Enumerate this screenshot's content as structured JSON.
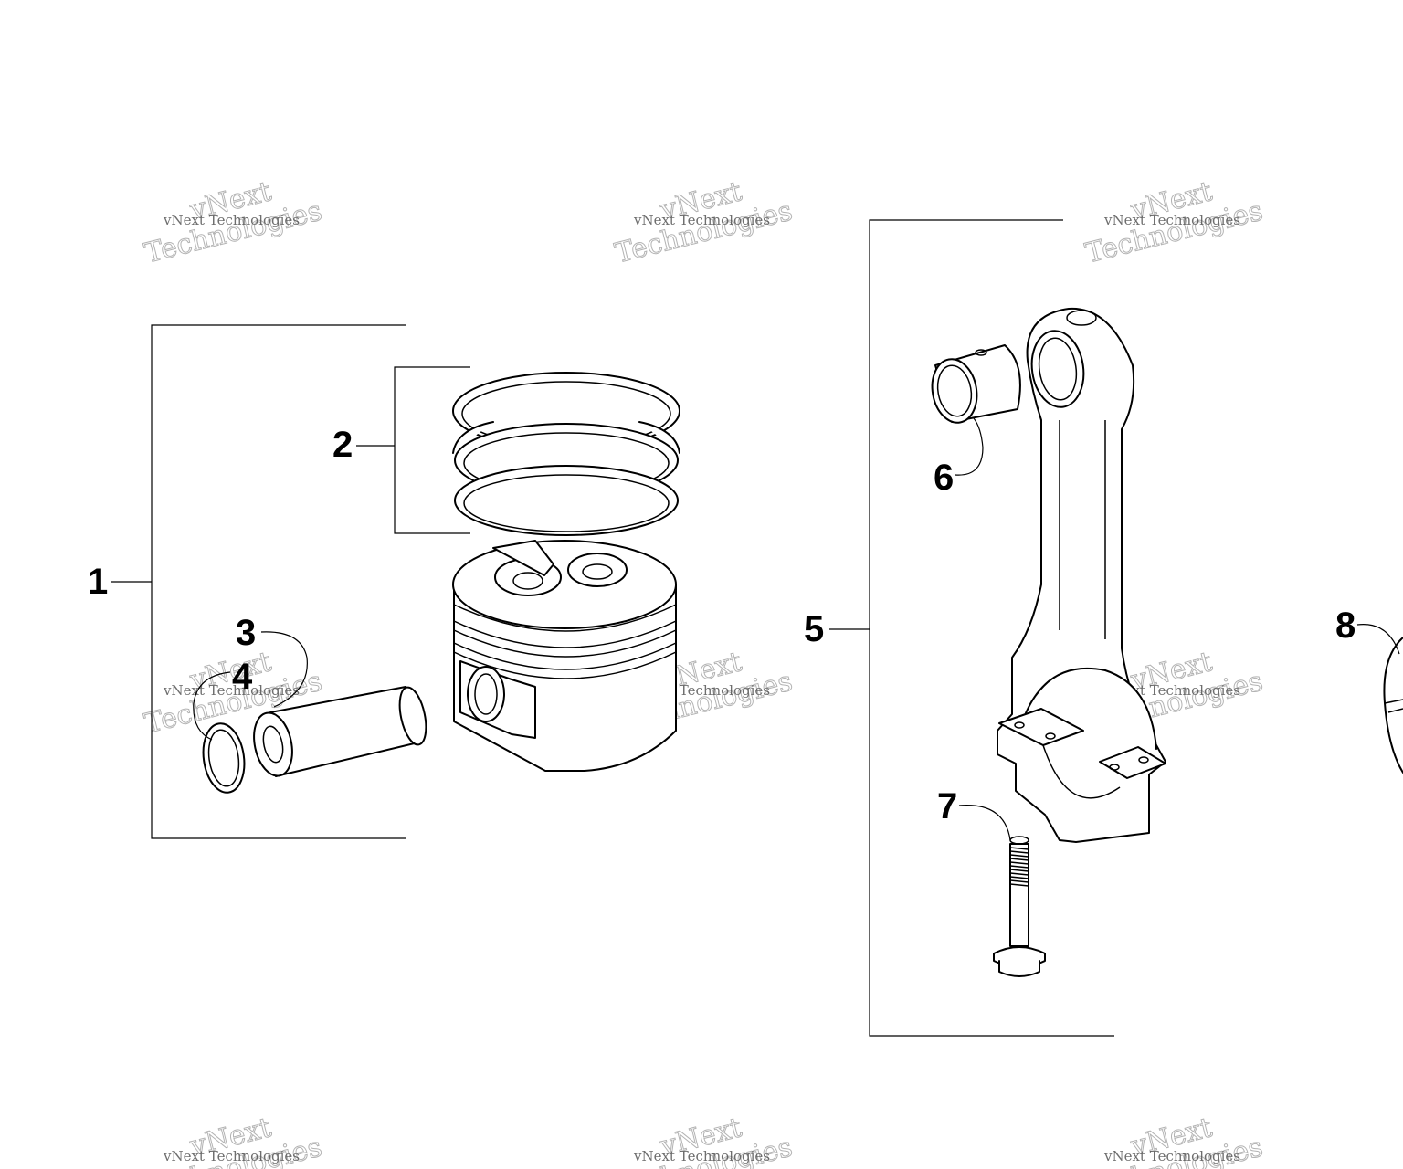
{
  "callouts": [
    {
      "id": "1",
      "label": "1"
    },
    {
      "id": "2",
      "label": "2"
    },
    {
      "id": "3",
      "label": "3"
    },
    {
      "id": "4",
      "label": "4"
    },
    {
      "id": "5",
      "label": "5"
    },
    {
      "id": "6",
      "label": "6"
    },
    {
      "id": "7",
      "label": "7"
    },
    {
      "id": "8",
      "label": "8"
    }
  ],
  "watermark": {
    "line_small": "vNext Technologies",
    "line_big_top": "vNext",
    "line_big_bottom": "Technologies"
  },
  "colors": {
    "line": "#000000",
    "background": "#ffffff",
    "watermark": "#9a9a9a"
  }
}
